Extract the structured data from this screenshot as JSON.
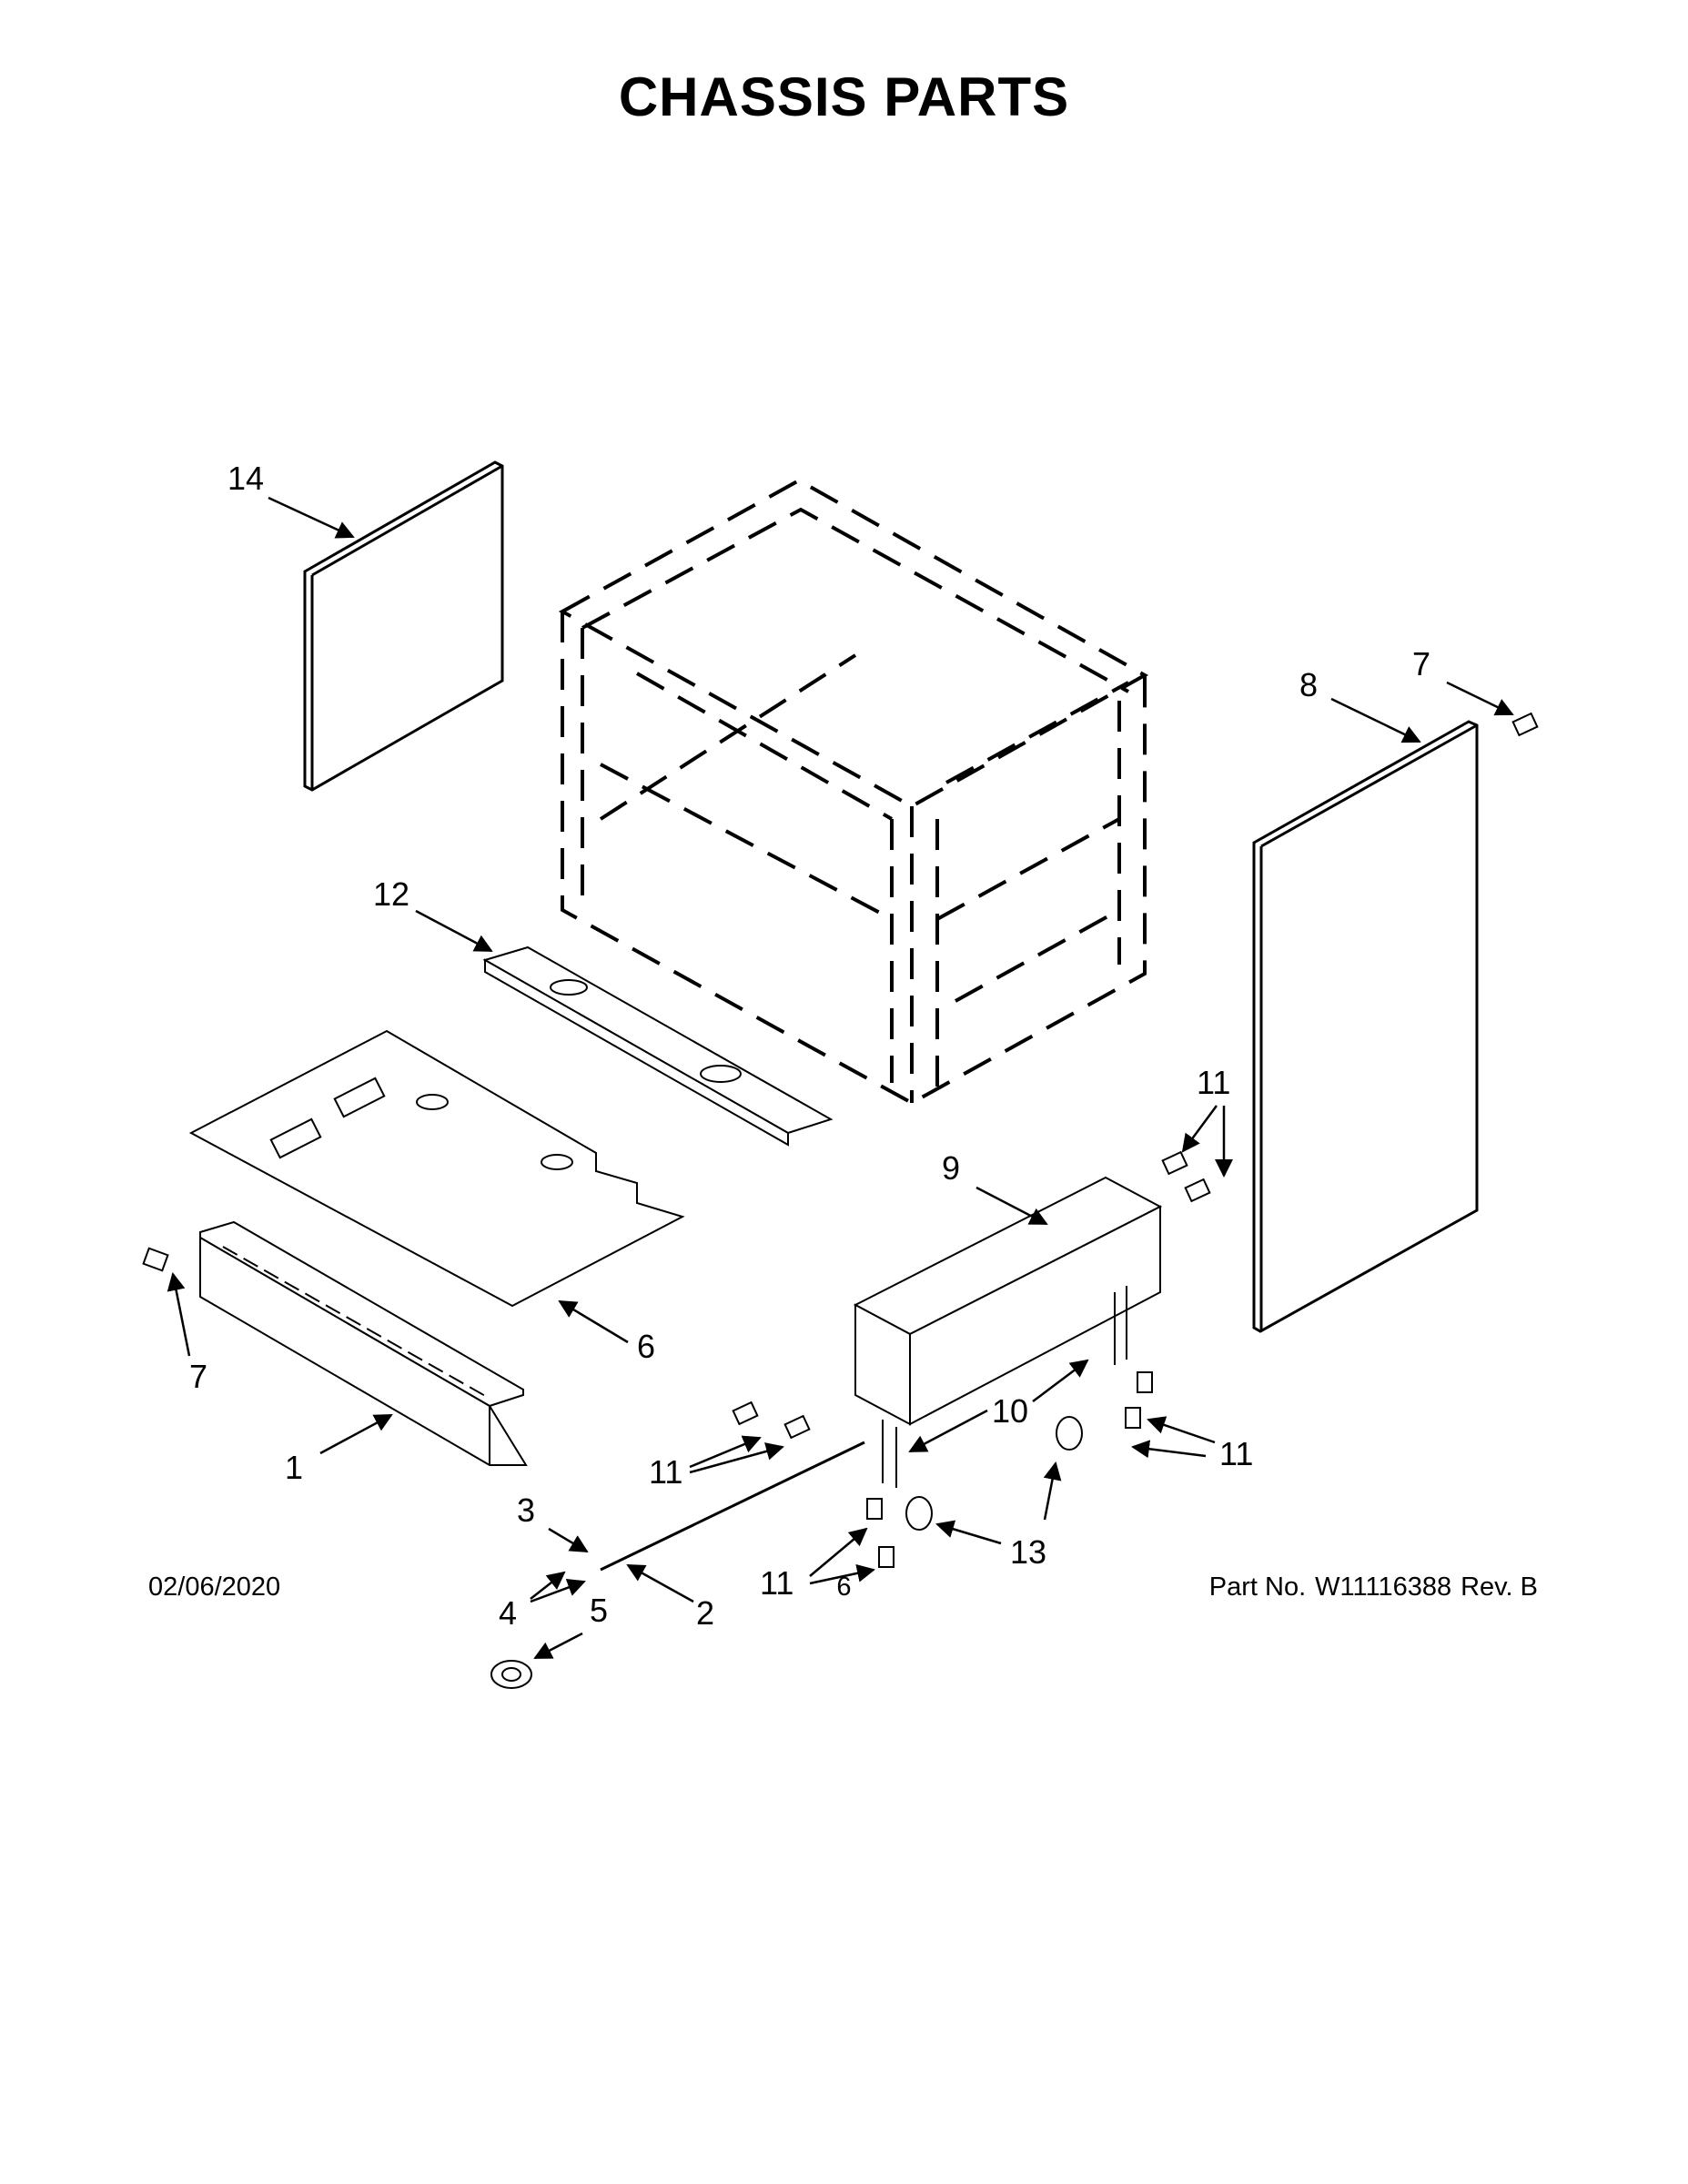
{
  "title": "CHASSIS PARTS",
  "callouts": {
    "c14": "14",
    "c12": "12",
    "c8": "8",
    "c7_top": "7",
    "c7_left": "7",
    "c6": "6",
    "c1": "1",
    "c9": "9",
    "c11_a": "11",
    "c11_b": "11",
    "c11_c": "11",
    "c11_d": "11",
    "c10": "10",
    "c13": "13",
    "c3": "3",
    "c4": "4",
    "c5": "5",
    "c2": "2"
  },
  "footer": {
    "date": "02/06/2020",
    "page": "6",
    "part_label": "Part No.",
    "part_number": "W11116388",
    "revision": "Rev. B"
  }
}
